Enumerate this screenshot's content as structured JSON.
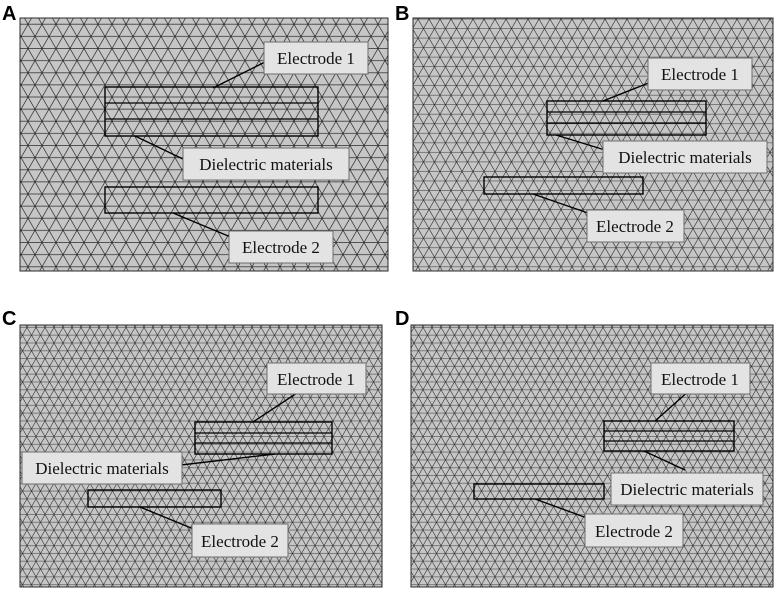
{
  "figure": {
    "colors": {
      "mesh_fill": "#c6c6c6",
      "mesh_line": "#2b2b2b",
      "callout_fill": "#e3e3e3",
      "callout_border": "#6e6e6e"
    },
    "panels": [
      {
        "letter": "A",
        "mesh_density": "coarse",
        "labels": {
          "electrode1": "Electrode 1",
          "dielectric": "Dielectric materials",
          "electrode2": "Electrode 2"
        }
      },
      {
        "letter": "B",
        "mesh_density": "medium",
        "labels": {
          "electrode1": "Electrode 1",
          "dielectric": "Dielectric materials",
          "electrode2": "Electrode 2"
        }
      },
      {
        "letter": "C",
        "mesh_density": "fine",
        "labels": {
          "electrode1": "Electrode 1",
          "dielectric": "Dielectric materials",
          "electrode2": "Electrode 2"
        }
      },
      {
        "letter": "D",
        "mesh_density": "fine",
        "labels": {
          "electrode1": "Electrode 1",
          "dielectric": "Dielectric materials",
          "electrode2": "Electrode 2"
        }
      }
    ]
  }
}
